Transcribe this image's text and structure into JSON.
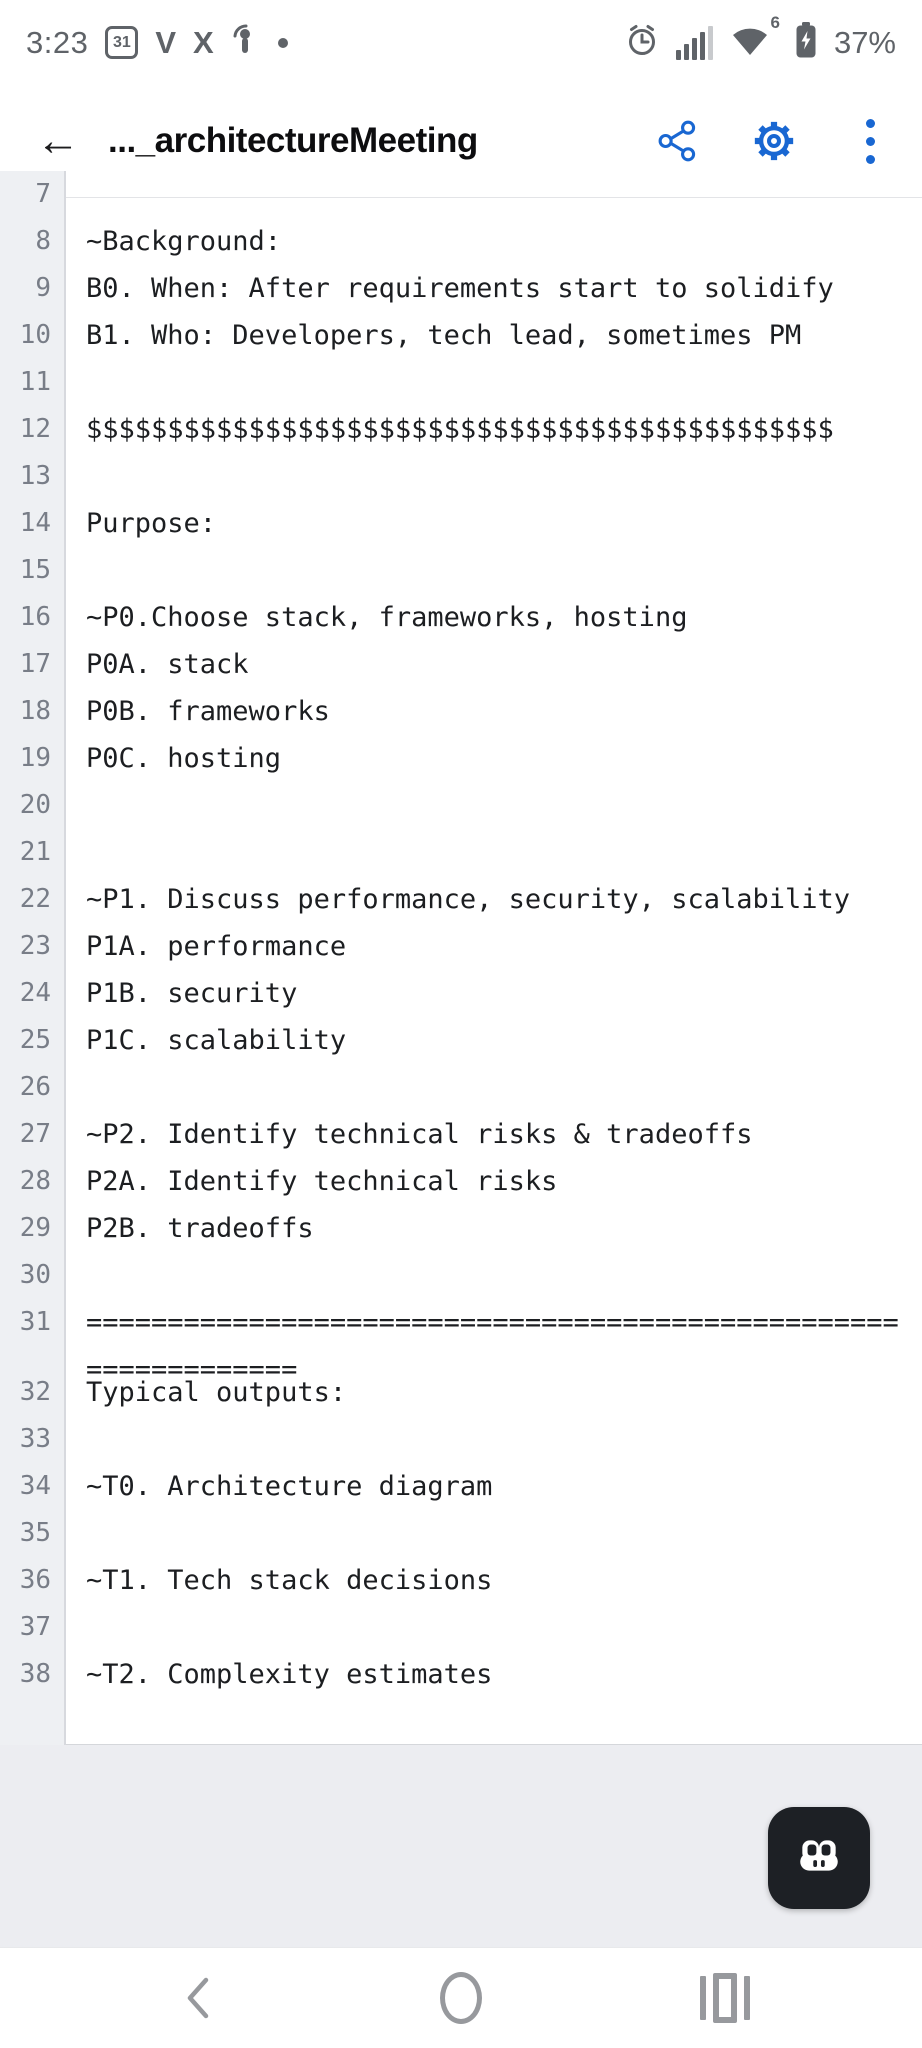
{
  "status_bar": {
    "time": "3:23",
    "calendar_day": "31",
    "app_badge_v": "V",
    "app_badge_x": "X",
    "wifi_generation": "6",
    "battery_percent": "37%"
  },
  "header": {
    "back_icon": "←",
    "title": "..._architectureMeeting"
  },
  "editor": {
    "lines": [
      {
        "n": "7",
        "t": ""
      },
      {
        "n": "8",
        "t": "~Background:"
      },
      {
        "n": "9",
        "t": "B0. When: After requirements start to solidify"
      },
      {
        "n": "10",
        "t": "B1. Who: Developers, tech lead, sometimes PM"
      },
      {
        "n": "11",
        "t": ""
      },
      {
        "n": "12",
        "t": "$$$$$$$$$$$$$$$$$$$$$$$$$$$$$$$$$$$$$$$$$$$$$$"
      },
      {
        "n": "13",
        "t": ""
      },
      {
        "n": "14",
        "t": "Purpose:"
      },
      {
        "n": "15",
        "t": ""
      },
      {
        "n": "16",
        "t": "~P0.Choose stack, frameworks, hosting"
      },
      {
        "n": "17",
        "t": "P0A. stack"
      },
      {
        "n": "18",
        "t": "P0B. frameworks"
      },
      {
        "n": "19",
        "t": "P0C. hosting"
      },
      {
        "n": "20",
        "t": ""
      },
      {
        "n": "21",
        "t": ""
      },
      {
        "n": "22",
        "t": "~P1. Discuss performance, security, scalability"
      },
      {
        "n": "23",
        "t": "P1A. performance"
      },
      {
        "n": "24",
        "t": "P1B. security"
      },
      {
        "n": "25",
        "t": "P1C. scalability"
      },
      {
        "n": "26",
        "t": ""
      },
      {
        "n": "27",
        "t": "~P2. Identify technical risks & tradeoffs"
      },
      {
        "n": "28",
        "t": "P2A. Identify technical risks"
      },
      {
        "n": "29",
        "t": "P2B. tradeoffs"
      },
      {
        "n": "30",
        "t": ""
      },
      {
        "n": "31",
        "t": "==============================================================="
      },
      {
        "n": "32",
        "t": "Typical outputs:"
      },
      {
        "n": "33",
        "t": ""
      },
      {
        "n": "34",
        "t": "~T0. Architecture diagram"
      },
      {
        "n": "35",
        "t": ""
      },
      {
        "n": "36",
        "t": "~T1. Tech stack decisions"
      },
      {
        "n": "37",
        "t": ""
      },
      {
        "n": "38",
        "t": "~T2. Complexity estimates"
      }
    ]
  },
  "colors": {
    "accent_blue": "#1967d2",
    "status_gray": "#5f6368",
    "fab_background": "#1d2025",
    "gutter_background": "#eef0f3"
  }
}
